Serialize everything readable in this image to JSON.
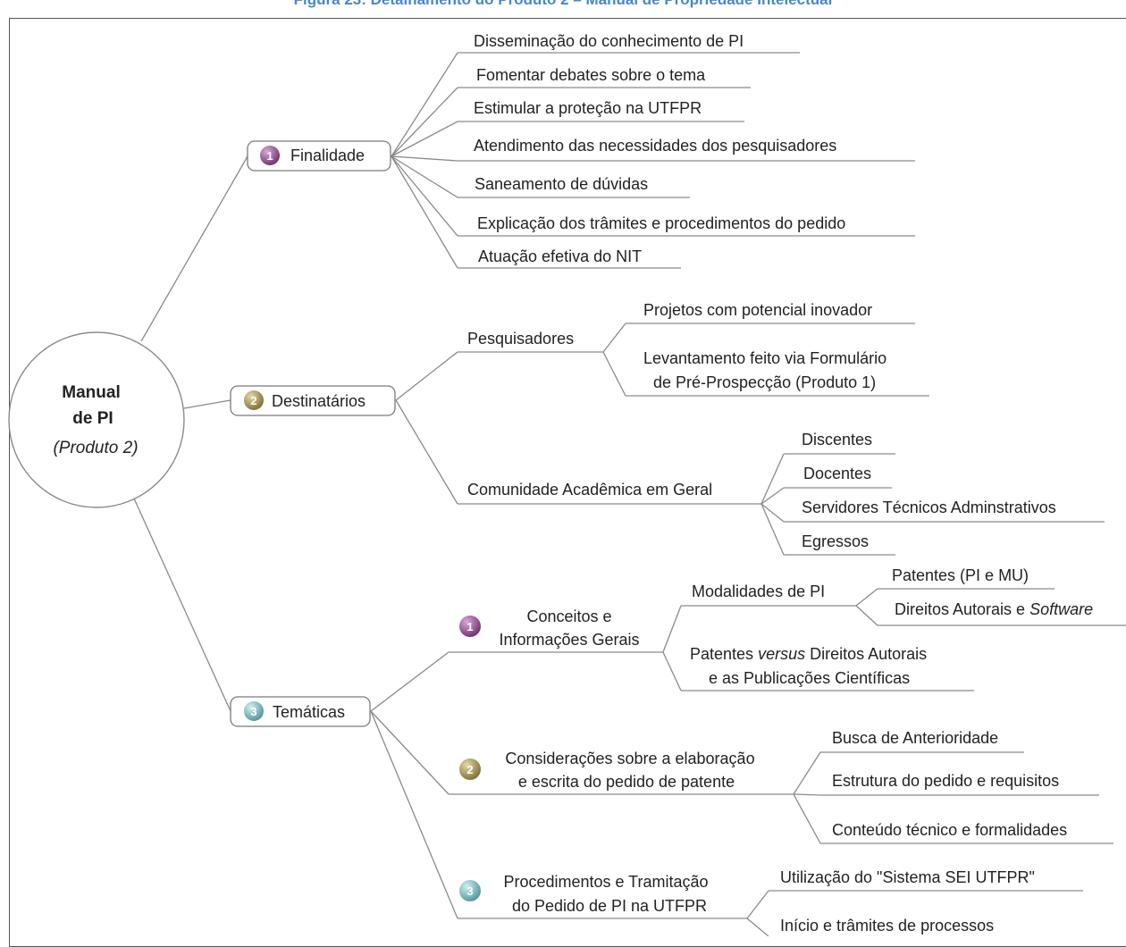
{
  "caption": "Figura 23: Detalhamento do Produto 2 – Manual de Propriedade Intelectual",
  "central": {
    "line1": "Manual",
    "line2": "de PI",
    "line3": "(Produto 2)"
  },
  "colors": {
    "purple": "#7b3a7a",
    "olive": "#8a7a3e",
    "teal": "#5aa2a5",
    "caption": "#4a86c8"
  },
  "branches": {
    "finalidade": {
      "number": "1",
      "label": "Finalidade",
      "items": [
        "Disseminação do conhecimento de PI",
        "Fomentar debates sobre o tema",
        "Estimular a proteção na UTFPR",
        "Atendimento das necessidades dos pesquisadores",
        "Saneamento de dúvidas",
        "Explicação dos trâmites e procedimentos do pedido",
        "Atuação efetiva do NIT"
      ]
    },
    "destinatarios": {
      "number": "2",
      "label": "Destinatários",
      "pesquisadores": {
        "label": "Pesquisadores",
        "items": [
          "Projetos com potencial inovador",
          "Levantamento feito via Formulário",
          "de Pré-Prospecção (Produto 1)"
        ]
      },
      "comunidade": {
        "label": "Comunidade Acadêmica em Geral",
        "items": [
          "Discentes",
          "Docentes",
          "Servidores Técnicos Adminstrativos",
          "Egressos"
        ]
      }
    },
    "tematicas": {
      "number": "3",
      "label": "Temáticas",
      "conceitos": {
        "number": "1",
        "line1": "Conceitos e",
        "line2": "Informações Gerais",
        "modalidades": {
          "label": "Modalidades de PI",
          "item1": "Patentes (PI e MU)",
          "item2_prefix": "Direitos Autorais e ",
          "item2_italic": "Software"
        },
        "patentes": {
          "prefix": "Patentes ",
          "italic": "versus",
          "suffix": " Direitos Autorais",
          "line2": "e as Publicações Científicas"
        }
      },
      "consideracoes": {
        "number": "2",
        "line1": "Considerações sobre a elaboração",
        "line2": "e escrita do pedido de patente",
        "items": [
          "Busca de Anterioridade",
          "Estrutura do pedido e requisitos",
          "Conteúdo técnico e formalidades"
        ]
      },
      "procedimentos": {
        "number": "3",
        "line1": "Procedimentos e Tramitação",
        "line2": "do Pedido de PI na UTFPR",
        "items": [
          "Utilização do \"Sistema SEI UTFPR\"",
          "Início e trâmites de processos"
        ]
      }
    }
  }
}
